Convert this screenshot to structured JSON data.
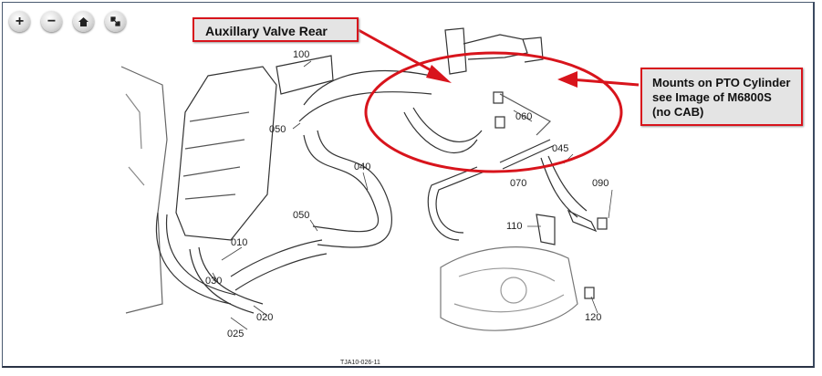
{
  "toolbar": {
    "zoom_in": {
      "icon": "plus-icon",
      "label": "+"
    },
    "zoom_out": {
      "icon": "minus-icon",
      "label": "−"
    },
    "home": {
      "icon": "home-icon"
    },
    "fit": {
      "icon": "fit-screen-icon"
    }
  },
  "callouts": {
    "valve": "Auxillary Valve Rear",
    "mounts_line1": "Mounts on PTO Cylinder",
    "mounts_line2": "see Image of M6800S",
    "mounts_line3": "(no CAB)"
  },
  "part_numbers": [
    "100",
    "050",
    "040",
    "060",
    "045",
    "070",
    "090",
    "110",
    "050",
    "010",
    "030",
    "020",
    "025",
    "120"
  ],
  "caption": "TJA10-026-11",
  "colors": {
    "highlight": "#d8141c",
    "callout_bg": "#e4e4e4"
  }
}
